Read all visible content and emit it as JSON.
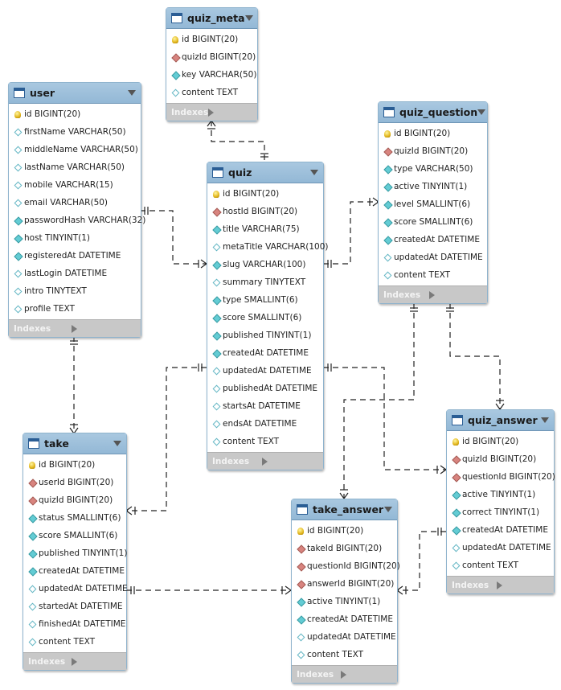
{
  "tables": {
    "quiz_meta": {
      "name": "quiz_meta",
      "columns": [
        {
          "text": "id BIGINT(20)",
          "icon": "primary-key-icon"
        },
        {
          "text": "quizId BIGINT(20)",
          "icon": "foreign-key-icon"
        },
        {
          "text": "key VARCHAR(50)",
          "icon": "not-null-column-icon"
        },
        {
          "text": "content TEXT",
          "icon": "nullable-column-icon"
        }
      ],
      "footer": "Indexes"
    },
    "user": {
      "name": "user",
      "columns": [
        {
          "text": "id BIGINT(20)",
          "icon": "primary-key-icon"
        },
        {
          "text": "firstName VARCHAR(50)",
          "icon": "nullable-column-icon"
        },
        {
          "text": "middleName VARCHAR(50)",
          "icon": "nullable-column-icon"
        },
        {
          "text": "lastName VARCHAR(50)",
          "icon": "nullable-column-icon"
        },
        {
          "text": "mobile VARCHAR(15)",
          "icon": "nullable-column-icon"
        },
        {
          "text": "email VARCHAR(50)",
          "icon": "nullable-column-icon"
        },
        {
          "text": "passwordHash VARCHAR(32)",
          "icon": "not-null-column-icon"
        },
        {
          "text": "host TINYINT(1)",
          "icon": "not-null-column-icon"
        },
        {
          "text": "registeredAt DATETIME",
          "icon": "not-null-column-icon"
        },
        {
          "text": "lastLogin DATETIME",
          "icon": "nullable-column-icon"
        },
        {
          "text": "intro TINYTEXT",
          "icon": "nullable-column-icon"
        },
        {
          "text": "profile TEXT",
          "icon": "nullable-column-icon"
        }
      ],
      "footer": "Indexes"
    },
    "quiz_question": {
      "name": "quiz_question",
      "columns": [
        {
          "text": "id BIGINT(20)",
          "icon": "primary-key-icon"
        },
        {
          "text": "quizId BIGINT(20)",
          "icon": "foreign-key-icon"
        },
        {
          "text": "type VARCHAR(50)",
          "icon": "not-null-column-icon"
        },
        {
          "text": "active TINYINT(1)",
          "icon": "not-null-column-icon"
        },
        {
          "text": "level SMALLINT(6)",
          "icon": "not-null-column-icon"
        },
        {
          "text": "score SMALLINT(6)",
          "icon": "not-null-column-icon"
        },
        {
          "text": "createdAt DATETIME",
          "icon": "not-null-column-icon"
        },
        {
          "text": "updatedAt DATETIME",
          "icon": "nullable-column-icon"
        },
        {
          "text": "content TEXT",
          "icon": "nullable-column-icon"
        }
      ],
      "footer": "Indexes"
    },
    "quiz": {
      "name": "quiz",
      "columns": [
        {
          "text": "id BIGINT(20)",
          "icon": "primary-key-icon"
        },
        {
          "text": "hostId BIGINT(20)",
          "icon": "foreign-key-icon"
        },
        {
          "text": "title VARCHAR(75)",
          "icon": "not-null-column-icon"
        },
        {
          "text": "metaTitle VARCHAR(100)",
          "icon": "nullable-column-icon"
        },
        {
          "text": "slug VARCHAR(100)",
          "icon": "not-null-column-icon"
        },
        {
          "text": "summary TINYTEXT",
          "icon": "nullable-column-icon"
        },
        {
          "text": "type SMALLINT(6)",
          "icon": "not-null-column-icon"
        },
        {
          "text": "score SMALLINT(6)",
          "icon": "not-null-column-icon"
        },
        {
          "text": "published TINYINT(1)",
          "icon": "not-null-column-icon"
        },
        {
          "text": "createdAt DATETIME",
          "icon": "not-null-column-icon"
        },
        {
          "text": "updatedAt DATETIME",
          "icon": "nullable-column-icon"
        },
        {
          "text": "publishedAt DATETIME",
          "icon": "nullable-column-icon"
        },
        {
          "text": "startsAt DATETIME",
          "icon": "nullable-column-icon"
        },
        {
          "text": "endsAt DATETIME",
          "icon": "nullable-column-icon"
        },
        {
          "text": "content TEXT",
          "icon": "nullable-column-icon"
        }
      ],
      "footer": "Indexes"
    },
    "take": {
      "name": "take",
      "columns": [
        {
          "text": "id BIGINT(20)",
          "icon": "primary-key-icon"
        },
        {
          "text": "userId BIGINT(20)",
          "icon": "foreign-key-icon"
        },
        {
          "text": "quizId BIGINT(20)",
          "icon": "foreign-key-icon"
        },
        {
          "text": "status SMALLINT(6)",
          "icon": "not-null-column-icon"
        },
        {
          "text": "score SMALLINT(6)",
          "icon": "not-null-column-icon"
        },
        {
          "text": "published TINYINT(1)",
          "icon": "not-null-column-icon"
        },
        {
          "text": "createdAt DATETIME",
          "icon": "not-null-column-icon"
        },
        {
          "text": "updatedAt DATETIME",
          "icon": "nullable-column-icon"
        },
        {
          "text": "startedAt DATETIME",
          "icon": "nullable-column-icon"
        },
        {
          "text": "finishedAt DATETIME",
          "icon": "nullable-column-icon"
        },
        {
          "text": "content TEXT",
          "icon": "nullable-column-icon"
        }
      ],
      "footer": "Indexes"
    },
    "quiz_answer": {
      "name": "quiz_answer",
      "columns": [
        {
          "text": "id BIGINT(20)",
          "icon": "primary-key-icon"
        },
        {
          "text": "quizId BIGINT(20)",
          "icon": "foreign-key-icon"
        },
        {
          "text": "questionId BIGINT(20)",
          "icon": "foreign-key-icon"
        },
        {
          "text": "active TINYINT(1)",
          "icon": "not-null-column-icon"
        },
        {
          "text": "correct TINYINT(1)",
          "icon": "not-null-column-icon"
        },
        {
          "text": "createdAt DATETIME",
          "icon": "not-null-column-icon"
        },
        {
          "text": "updatedAt DATETIME",
          "icon": "nullable-column-icon"
        },
        {
          "text": "content TEXT",
          "icon": "nullable-column-icon"
        }
      ],
      "footer": "Indexes"
    },
    "take_answer": {
      "name": "take_answer",
      "columns": [
        {
          "text": "id BIGINT(20)",
          "icon": "primary-key-icon"
        },
        {
          "text": "takeId BIGINT(20)",
          "icon": "foreign-key-icon"
        },
        {
          "text": "questionId BIGINT(20)",
          "icon": "foreign-key-icon"
        },
        {
          "text": "answerId BIGINT(20)",
          "icon": "foreign-key-icon"
        },
        {
          "text": "active TINYINT(1)",
          "icon": "not-null-column-icon"
        },
        {
          "text": "createdAt DATETIME",
          "icon": "not-null-column-icon"
        },
        {
          "text": "updatedAt DATETIME",
          "icon": "nullable-column-icon"
        },
        {
          "text": "content TEXT",
          "icon": "nullable-column-icon"
        }
      ],
      "footer": "Indexes"
    }
  },
  "relationships": [
    {
      "from": "quiz_meta",
      "to": "quiz",
      "type": "many-to-one"
    },
    {
      "from": "user",
      "to": "quiz",
      "type": "one-to-many"
    },
    {
      "from": "quiz",
      "to": "quiz_question",
      "type": "one-to-many"
    },
    {
      "from": "user",
      "to": "take",
      "type": "one-to-many"
    },
    {
      "from": "quiz",
      "to": "take",
      "type": "one-to-many"
    },
    {
      "from": "quiz_question",
      "to": "quiz_answer",
      "type": "one-to-many"
    },
    {
      "from": "quiz",
      "to": "quiz_answer",
      "type": "one-to-many"
    },
    {
      "from": "quiz_question",
      "to": "take_answer",
      "type": "one-to-many"
    },
    {
      "from": "take",
      "to": "take_answer",
      "type": "one-to-many"
    },
    {
      "from": "quiz_answer",
      "to": "take_answer",
      "type": "one-to-many"
    }
  ],
  "colors": {
    "header": "#9cbfdc",
    "footer": "#c8c8c8",
    "primary_key": "#e2b51c",
    "foreign_key": "#d8847f",
    "not_null": "#63ccd4"
  }
}
